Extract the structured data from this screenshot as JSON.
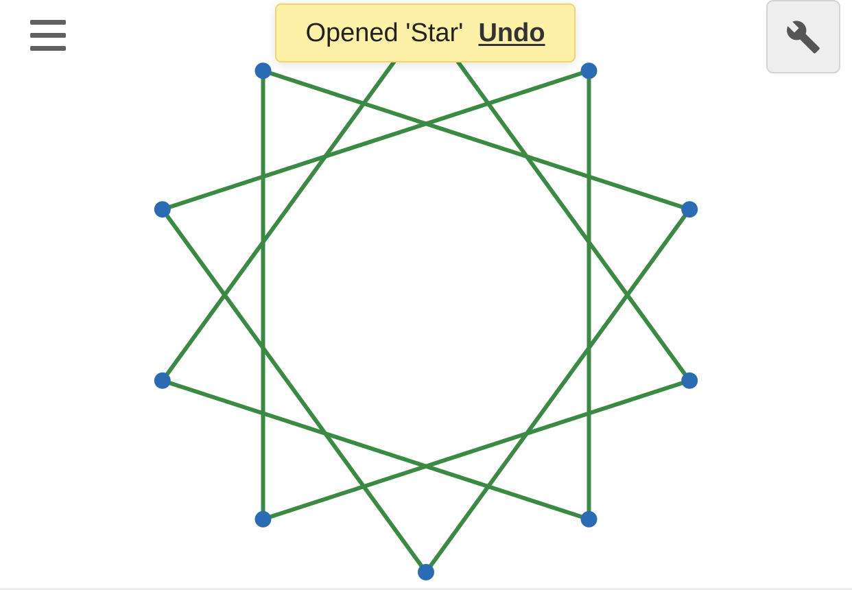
{
  "toast": {
    "message": "Opened 'Star'",
    "action_label": "Undo"
  },
  "menu": {
    "icon": "hamburger-menu-icon"
  },
  "settings": {
    "icon": "wrench-icon"
  },
  "drawing": {
    "line_color": "#3a8a44",
    "point_color": "#2b6bb3",
    "point_count": 10,
    "connects_every": 3
  }
}
